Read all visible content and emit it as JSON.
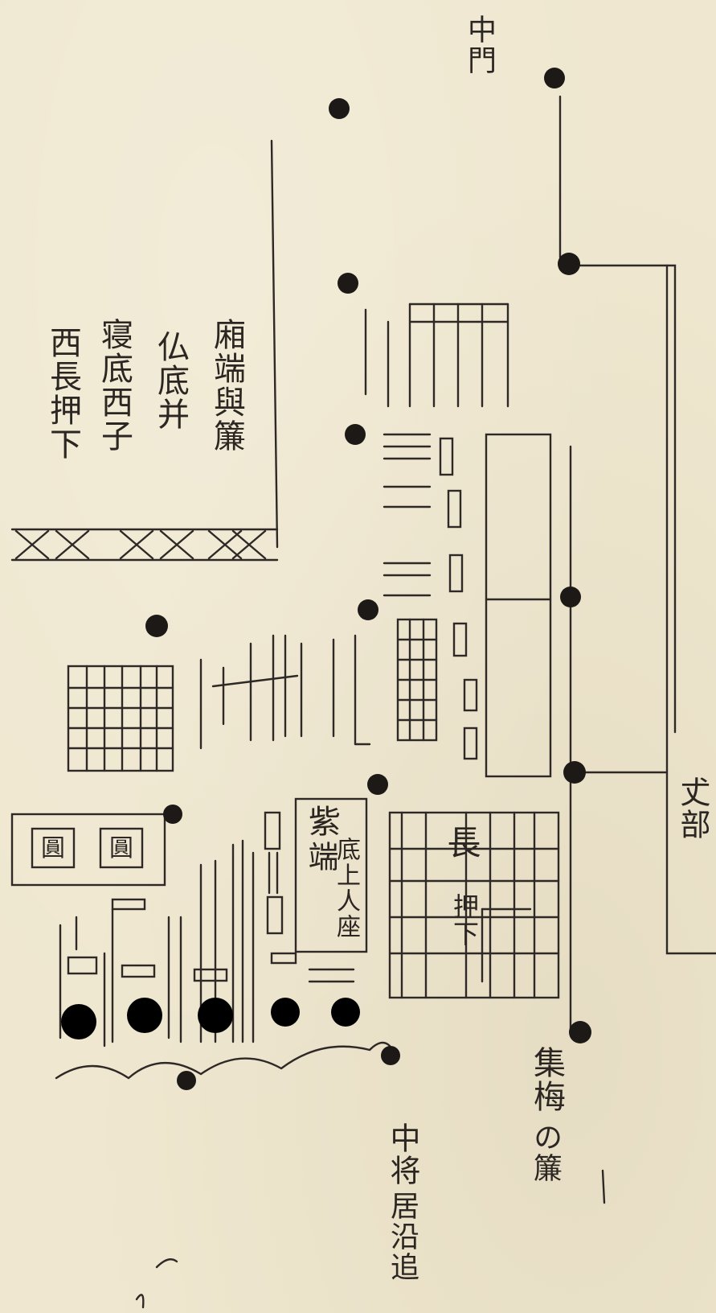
{
  "document": {
    "labels": {
      "chumon": "中門",
      "hisashi_note": "廂端與簾",
      "butsudan_note": "仏底并",
      "tou_note": "寝底西子",
      "nishi_note": "西長押下",
      "daibu": "𠀋部",
      "murasaki": "紫",
      "bashi": "端",
      "sho_note": "底上人座",
      "naga": "長",
      "oshi_shita": "押下",
      "shu_ken": "集梅",
      "no_sudare": "の簾",
      "chujo": "中将",
      "ishi_michi": "居沿追"
    },
    "box_labels": [
      "圓",
      "圓"
    ]
  }
}
